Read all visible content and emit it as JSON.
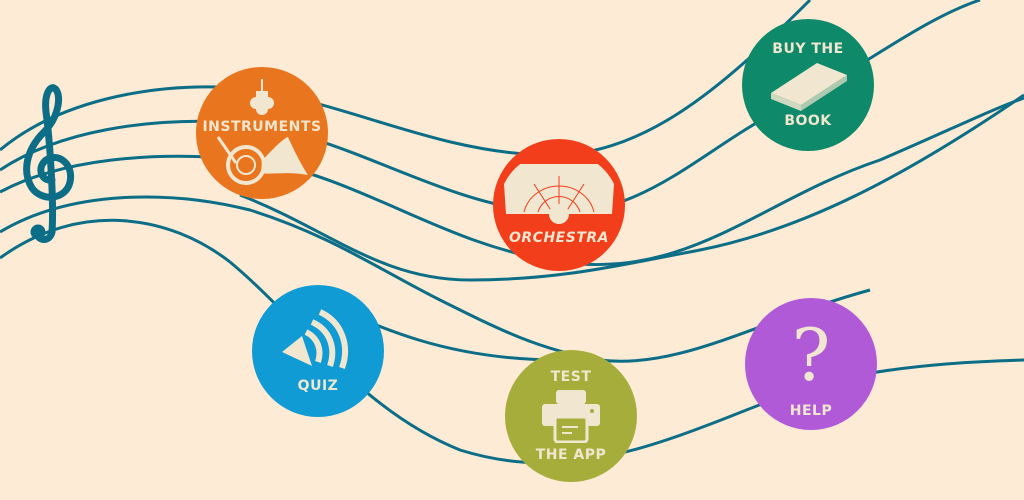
{
  "buttons": {
    "instruments": {
      "label": "INSTRUMENTS",
      "color": "#e9761e"
    },
    "orchestra": {
      "label": "ORCHESTRA",
      "color": "#f33e1c"
    },
    "book": {
      "label_top": "BUY THE",
      "label_bottom": "BOOK",
      "color": "#0e8a6a"
    },
    "quiz": {
      "label": "QUIZ",
      "color": "#109bd4"
    },
    "test": {
      "label_top": "TEST",
      "label_bottom": "THE APP",
      "color": "#a6ad3a"
    },
    "help": {
      "label": "HELP",
      "glyph": "?",
      "color": "#b05ad8"
    }
  },
  "colors": {
    "background": "#fdebd5",
    "staff": "#0b6e86",
    "icon": "#f1e6cf"
  }
}
